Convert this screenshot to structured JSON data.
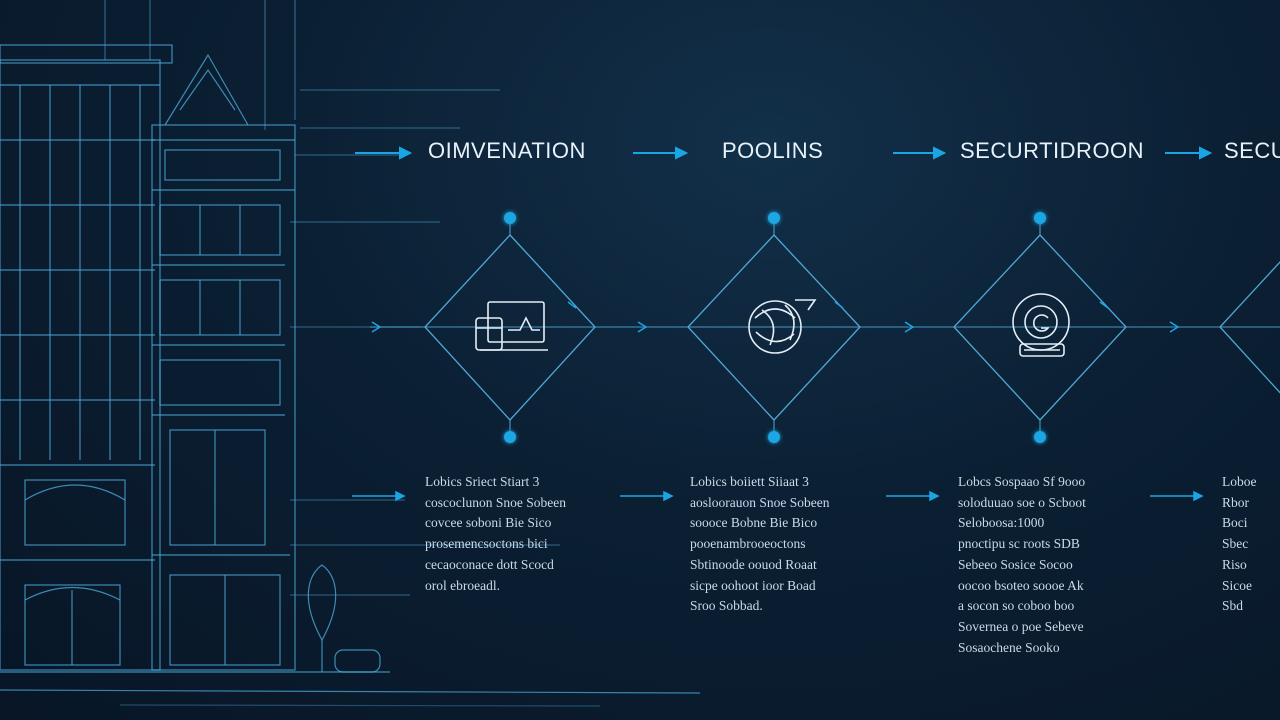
{
  "diagram": {
    "accent": "#1aa6e4",
    "line_color": "#4fa8d6",
    "stages": [
      {
        "title": "OIMVENATION",
        "icon": "monitor-icon",
        "lines": [
          "Lobics Sriect Stiart 3",
          "coscoclunon Snoe Sobeen",
          "covcee soboni Bie Sico",
          "prosemencsoctons bici",
          "cecaoconace dott Scocd",
          "orol ebroeadl."
        ]
      },
      {
        "title": "POOLINS",
        "icon": "globe-icon",
        "lines": [
          "Lobics boiiett Siiaat 3",
          "aosloorauon Snoe Sobeen",
          "soooce Bobne Bie Bico",
          "pooenambrooeoctons",
          "Sbtinoode oouod Roaat",
          "sicpe oohoot ioor Boad",
          "Sroo Sobbad."
        ]
      },
      {
        "title": "SECURTIDROON",
        "icon": "lock-icon",
        "lines": [
          "Lobcs Sospaao Sf 9ooo",
          "soloduuao soe o Scboot",
          "Seloboosa:1000",
          "pnoctipu sc roots SDB",
          "Sebeeo Sosice Socoo",
          "oocoo bsoteo soooe Ak",
          "a socon so coboo boo",
          "Sovernea o poe Sebeve",
          "Sosaochene Sooko"
        ]
      },
      {
        "title": "SECU",
        "icon": "",
        "lines": [
          "Loboe",
          "Rbor",
          "Boci",
          "Sbec",
          "Riso",
          "Sicoe",
          "Sbd"
        ]
      }
    ]
  }
}
